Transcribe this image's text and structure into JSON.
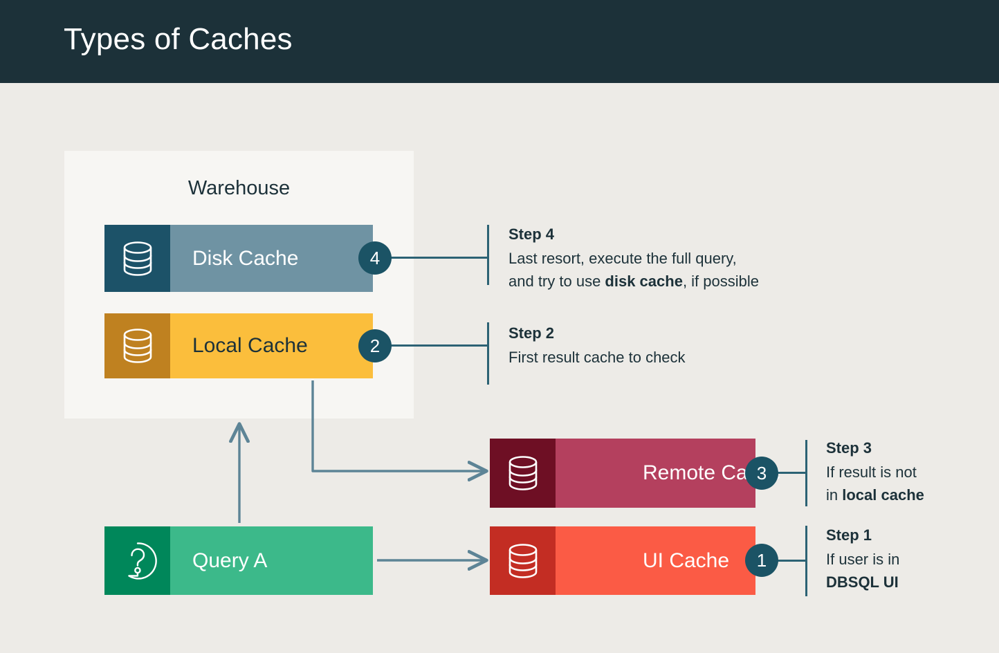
{
  "header": {
    "title": "Types of Caches",
    "bg_color": "#1c3139",
    "text_color": "#ffffff"
  },
  "page": {
    "background_color": "#edebe7",
    "connector_color": "#2c6274",
    "badge_color": "#1b5365",
    "body_text_color": "#1c3139"
  },
  "warehouse": {
    "title": "Warehouse",
    "panel_color": "#f7f6f3"
  },
  "caches": [
    {
      "id": "disk-cache",
      "label": "Disk Cache",
      "icon": "database-icon",
      "badge": "4",
      "fill_color": "#6f93a3",
      "icon_box_color": "#1c5268",
      "label_color": "#ffffff"
    },
    {
      "id": "local-cache",
      "label": "Local Cache",
      "icon": "database-icon",
      "badge": "2",
      "fill_color": "#fbbe3c",
      "icon_box_color": "#bf8120",
      "label_color": "#1c3139"
    },
    {
      "id": "remote-cache",
      "label": "Remote Cache",
      "icon": "database-icon",
      "badge": "3",
      "fill_color": "#b4405e",
      "icon_box_color": "#6e0f24",
      "label_color": "#ffffff"
    },
    {
      "id": "ui-cache",
      "label": "UI Cache",
      "icon": "database-icon",
      "badge": "1",
      "fill_color": "#fb5b45",
      "icon_box_color": "#c32d23",
      "label_color": "#ffffff"
    }
  ],
  "query": {
    "label": "Query A",
    "icon": "question-mark-circle-icon",
    "fill_color": "#3cb98a",
    "icon_box_color": "#00875a",
    "label_color": "#ffffff"
  },
  "steps": [
    {
      "id": "step-4",
      "title": "Step 4",
      "desc_line1": "Last resort, execute the full query,",
      "desc_line2_pre": "and try to use ",
      "desc_line2_bold": "disk cache",
      "desc_line2_post": ", if possible",
      "target": "disk-cache"
    },
    {
      "id": "step-2",
      "title": "Step 2",
      "desc_line1": "First result cache to check",
      "desc_line2_pre": "",
      "desc_line2_bold": "",
      "desc_line2_post": "",
      "target": "local-cache"
    },
    {
      "id": "step-3",
      "title": "Step 3",
      "desc_line1": "If result is not",
      "desc_line2_pre": "in ",
      "desc_line2_bold": "local cache",
      "desc_line2_post": "",
      "target": "remote-cache"
    },
    {
      "id": "step-1",
      "title": "Step 1",
      "desc_line1": "If user is in",
      "desc_line2_pre": "",
      "desc_line2_bold": "DBSQL UI",
      "desc_line2_post": "",
      "target": "ui-cache"
    }
  ],
  "flows": [
    {
      "id": "query-to-warehouse",
      "from": "Query A",
      "to": "Warehouse",
      "shape": "arrow-up"
    },
    {
      "id": "local-to-remote",
      "from": "Local Cache",
      "to": "Remote Cache",
      "shape": "elbow-arrow-right"
    },
    {
      "id": "query-to-ui",
      "from": "Query A",
      "to": "UI Cache",
      "shape": "arrow-right"
    }
  ]
}
